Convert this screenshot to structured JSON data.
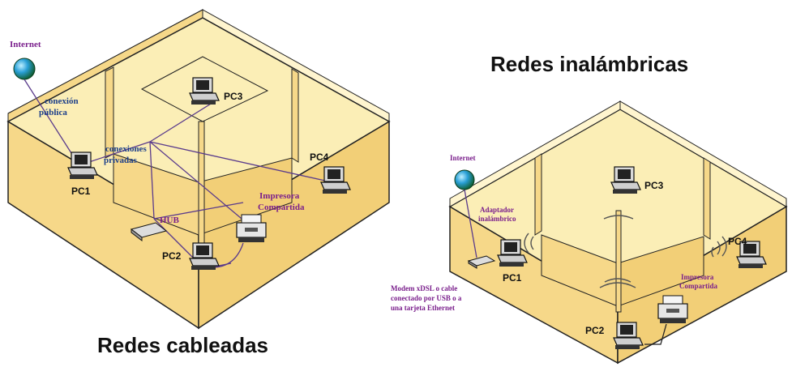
{
  "wired": {
    "title": "Redes cableadas",
    "internet_label": "Internet",
    "public_connection": [
      "conexión",
      "pública"
    ],
    "private_connections": [
      "conexiones",
      "privadas"
    ],
    "hub_label": "HUB",
    "printer_label": [
      "Impresora",
      "Compartida"
    ],
    "pc_labels": [
      "PC1",
      "PC2",
      "PC3",
      "PC4"
    ]
  },
  "wireless": {
    "title": "Redes inalámbricas",
    "internet_label": "Internet",
    "adapter_label": [
      "Adaptador",
      "inalámbrico"
    ],
    "modem_label": [
      "Modem xDSL o cable",
      "conectado por USB o a",
      "una tarjeta Ethernet"
    ],
    "printer_label": [
      "Impresora",
      "Compartida"
    ],
    "pc_labels": [
      "PC1",
      "PC2",
      "PC3",
      "PC4"
    ]
  },
  "colors": {
    "floor": "#fbeeb6",
    "wall": "#f6d889",
    "wall_top": "#fff5cf",
    "outline": "#222222",
    "cable": "#5a3b8c"
  }
}
